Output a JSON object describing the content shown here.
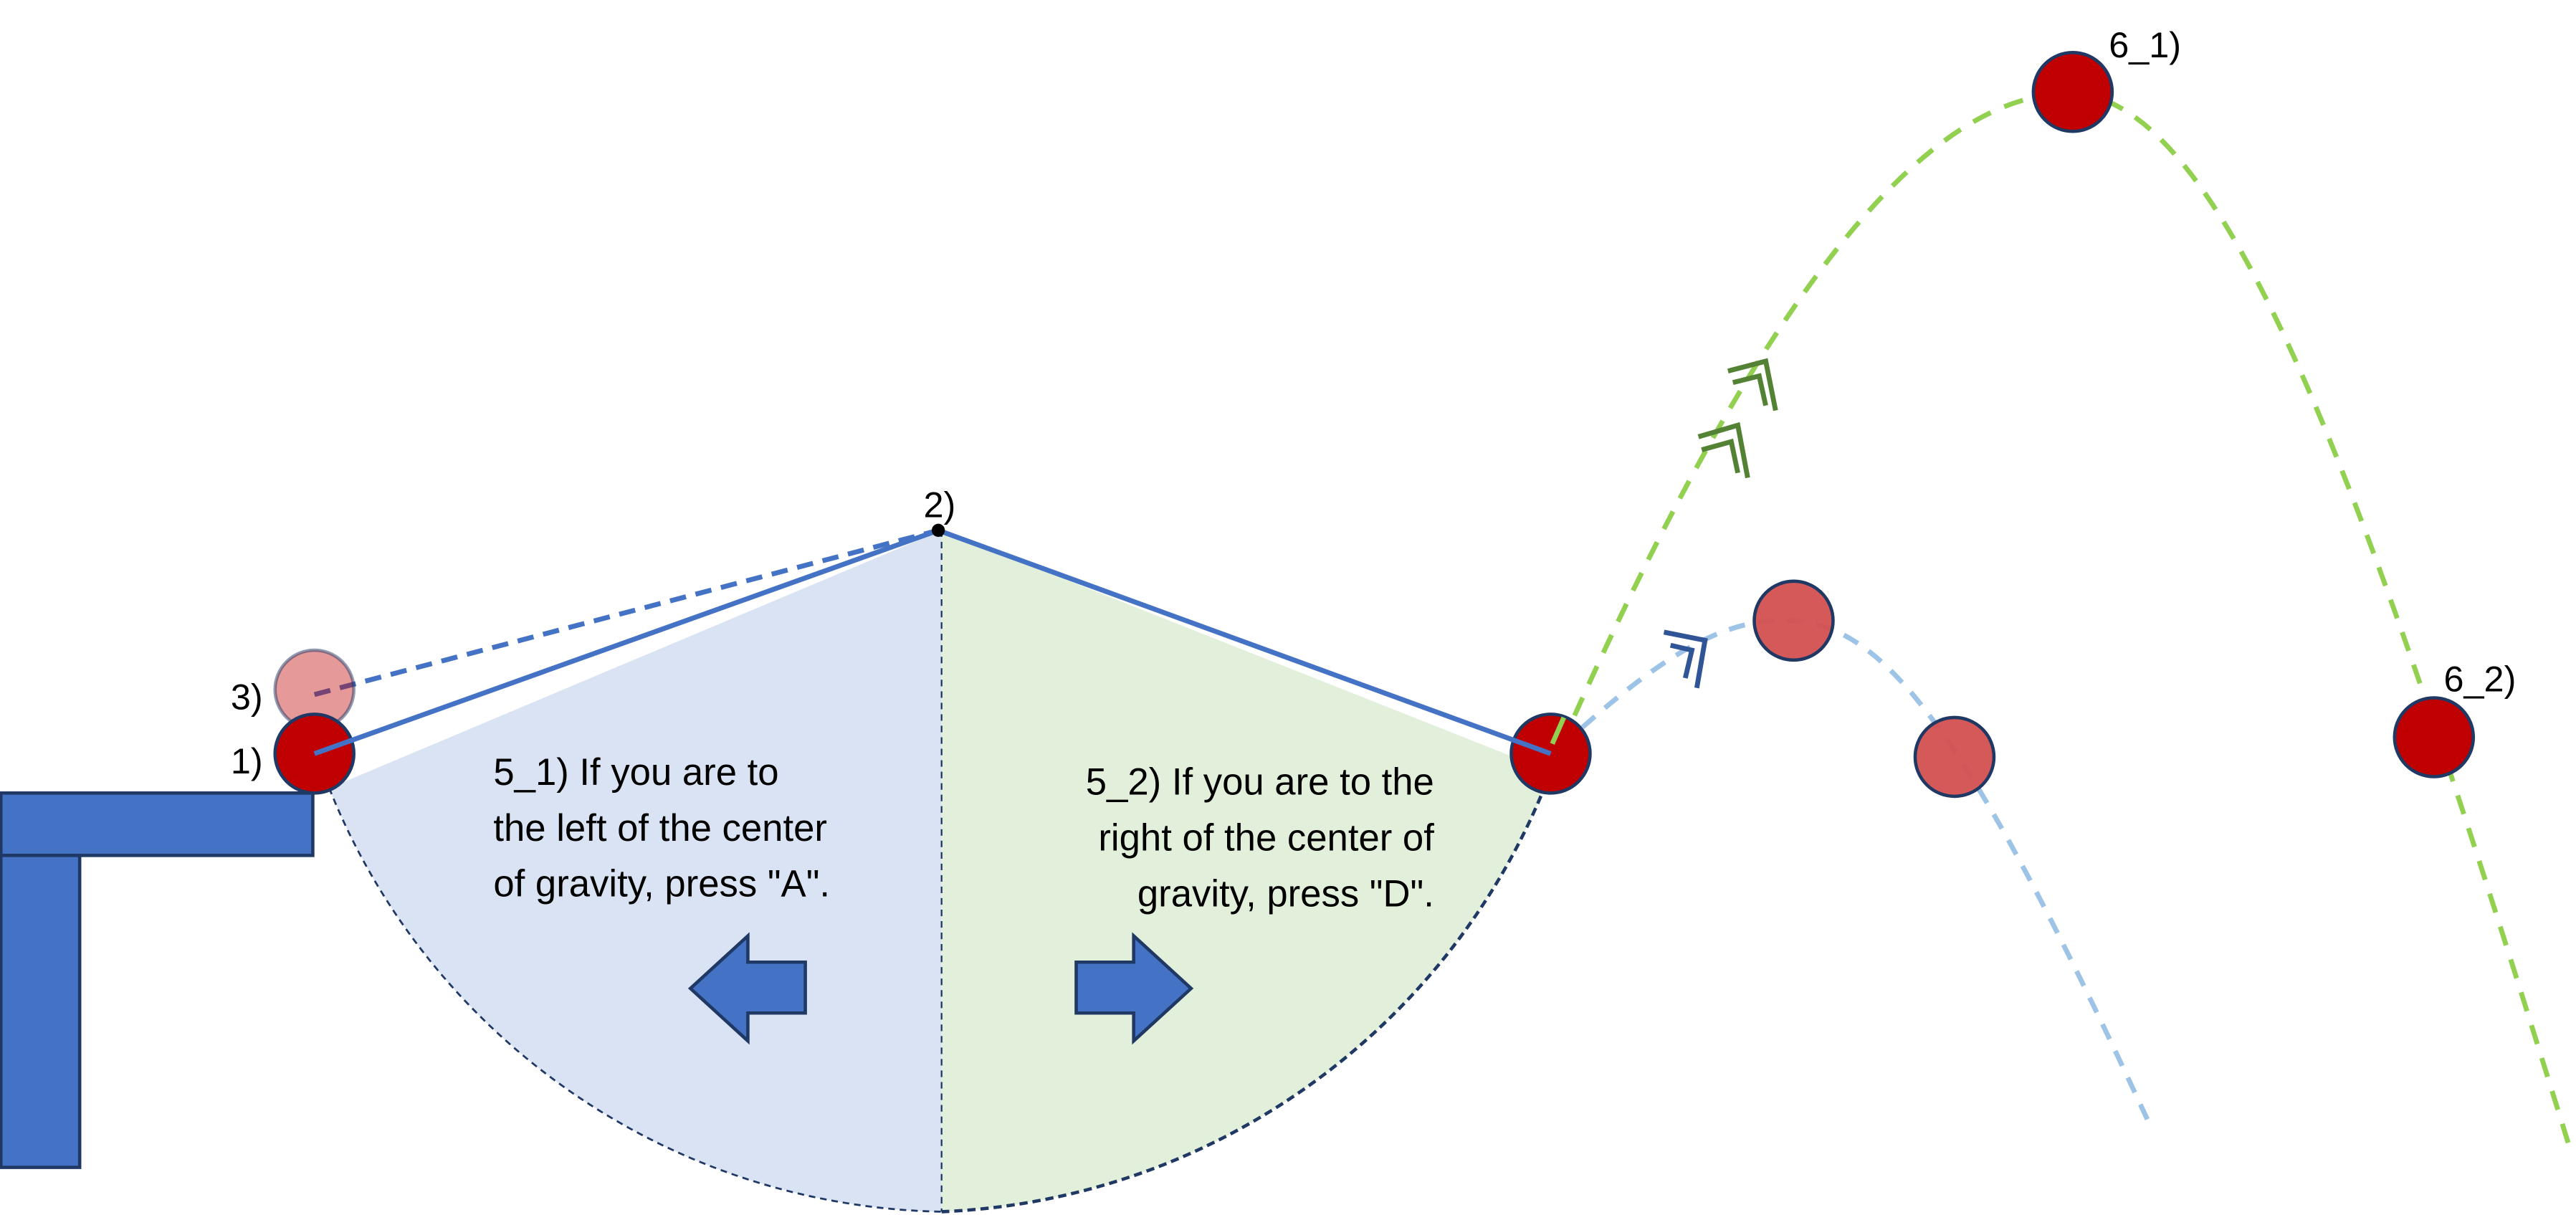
{
  "labels": {
    "start": "1)",
    "pivot": "2)",
    "pullback": "3)",
    "peak": "6_1)",
    "descent": "6_2)"
  },
  "left_instruction": [
    "5_1) If you are to",
    "the left of the center",
    "of gravity, press \"A\"."
  ],
  "right_instruction": [
    "5_2) If you are to the",
    "right of the center of",
    "gravity, press \"D\"."
  ],
  "colors": {
    "platform": "#4472c4",
    "ball": "#c00000",
    "ball_faded": "#d45050",
    "left_region": "#dae3f3",
    "right_region": "#e2efda",
    "rope": "#4472c4",
    "high_trajectory": "#92d050",
    "low_trajectory": "#9dc3e6"
  }
}
